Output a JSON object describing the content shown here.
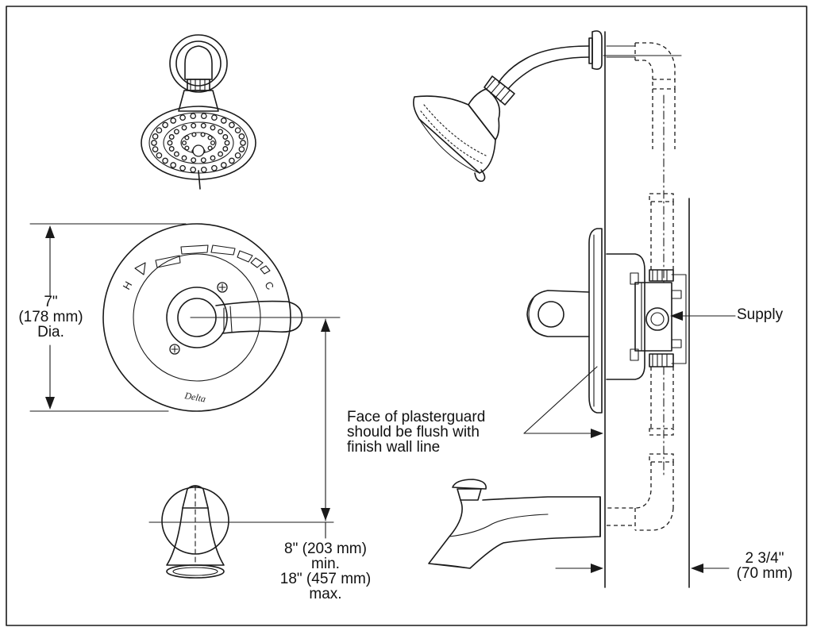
{
  "labels": {
    "diameter_line1": "7\"",
    "diameter_line2": "(178 mm)",
    "diameter_line3": "Dia.",
    "supply": "Supply",
    "plaster_line1": "Face of plasterguard",
    "plaster_line2": "should be flush with",
    "plaster_line3": "finish wall line",
    "height_line1": "8\" (203 mm)",
    "height_line2": "min.",
    "height_line3": "18\" (457 mm)",
    "height_line4": "max.",
    "depth_line1": "2 3/4\"",
    "depth_line2": "(70 mm)"
  },
  "valve_plate": {
    "hot_mark": "H",
    "cold_mark": "C",
    "brand": "Delta"
  }
}
